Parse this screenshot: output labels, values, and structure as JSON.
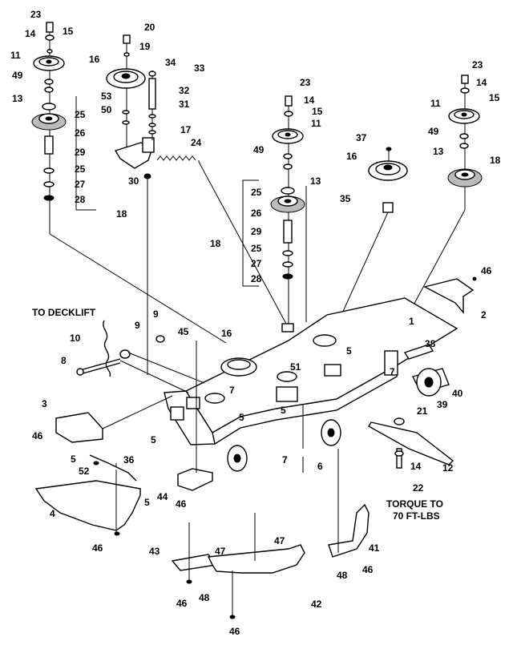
{
  "notes": {
    "to_decklift": "TO DECKLIFT",
    "torque_line1": "TORQUE TO",
    "torque_line2": "70 FT-LBS"
  },
  "callouts": [
    {
      "id": "c-23a",
      "label": "23"
    },
    {
      "id": "c-14a",
      "label": "14"
    },
    {
      "id": "c-15a",
      "label": "15"
    },
    {
      "id": "c-11a",
      "label": "11"
    },
    {
      "id": "c-49a",
      "label": "49"
    },
    {
      "id": "c-13a",
      "label": "13"
    },
    {
      "id": "c-25a",
      "label": "25"
    },
    {
      "id": "c-26a",
      "label": "26"
    },
    {
      "id": "c-29a",
      "label": "29"
    },
    {
      "id": "c-25b",
      "label": "25"
    },
    {
      "id": "c-27a",
      "label": "27"
    },
    {
      "id": "c-28a",
      "label": "28"
    },
    {
      "id": "c-18a",
      "label": "18"
    },
    {
      "id": "c-20",
      "label": "20"
    },
    {
      "id": "c-19",
      "label": "19"
    },
    {
      "id": "c-16a",
      "label": "16"
    },
    {
      "id": "c-34",
      "label": "34"
    },
    {
      "id": "c-33",
      "label": "33"
    },
    {
      "id": "c-32",
      "label": "32"
    },
    {
      "id": "c-53",
      "label": "53"
    },
    {
      "id": "c-31",
      "label": "31"
    },
    {
      "id": "c-50",
      "label": "50"
    },
    {
      "id": "c-17",
      "label": "17"
    },
    {
      "id": "c-24",
      "label": "24"
    },
    {
      "id": "c-30",
      "label": "30"
    },
    {
      "id": "c-23b",
      "label": "23"
    },
    {
      "id": "c-14b",
      "label": "14"
    },
    {
      "id": "c-15b",
      "label": "15"
    },
    {
      "id": "c-11b",
      "label": "11"
    },
    {
      "id": "c-49b",
      "label": "49"
    },
    {
      "id": "c-13b",
      "label": "13"
    },
    {
      "id": "c-25c",
      "label": "25"
    },
    {
      "id": "c-26b",
      "label": "26"
    },
    {
      "id": "c-18b",
      "label": "18"
    },
    {
      "id": "c-29b",
      "label": "29"
    },
    {
      "id": "c-25d",
      "label": "25"
    },
    {
      "id": "c-27b",
      "label": "27"
    },
    {
      "id": "c-28b",
      "label": "28"
    },
    {
      "id": "c-37",
      "label": "37"
    },
    {
      "id": "c-16b",
      "label": "16"
    },
    {
      "id": "c-35",
      "label": "35"
    },
    {
      "id": "c-23c",
      "label": "23"
    },
    {
      "id": "c-14c",
      "label": "14"
    },
    {
      "id": "c-11c",
      "label": "11"
    },
    {
      "id": "c-15c",
      "label": "15"
    },
    {
      "id": "c-49c",
      "label": "49"
    },
    {
      "id": "c-13c",
      "label": "13"
    },
    {
      "id": "c-18c",
      "label": "18"
    },
    {
      "id": "c-46a",
      "label": "46"
    },
    {
      "id": "c-2",
      "label": "2"
    },
    {
      "id": "c-9a",
      "label": "9"
    },
    {
      "id": "c-10",
      "label": "10"
    },
    {
      "id": "c-9b",
      "label": "9"
    },
    {
      "id": "c-8",
      "label": "8"
    },
    {
      "id": "c-45",
      "label": "45"
    },
    {
      "id": "c-16c",
      "label": "16"
    },
    {
      "id": "c-1",
      "label": "1"
    },
    {
      "id": "c-5a",
      "label": "5"
    },
    {
      "id": "c-51",
      "label": "51"
    },
    {
      "id": "c-38",
      "label": "38"
    },
    {
      "id": "c-7a",
      "label": "7"
    },
    {
      "id": "c-7b",
      "label": "7"
    },
    {
      "id": "c-40",
      "label": "40"
    },
    {
      "id": "c-39",
      "label": "39"
    },
    {
      "id": "c-3",
      "label": "3"
    },
    {
      "id": "c-46b",
      "label": "46"
    },
    {
      "id": "c-5b",
      "label": "5"
    },
    {
      "id": "c-5c",
      "label": "5"
    },
    {
      "id": "c-5d",
      "label": "5"
    },
    {
      "id": "c-21",
      "label": "21"
    },
    {
      "id": "c-5e",
      "label": "5"
    },
    {
      "id": "c-36",
      "label": "36"
    },
    {
      "id": "c-52",
      "label": "52"
    },
    {
      "id": "c-7c",
      "label": "7"
    },
    {
      "id": "c-6",
      "label": "6"
    },
    {
      "id": "c-12",
      "label": "12"
    },
    {
      "id": "c-14d",
      "label": "14"
    },
    {
      "id": "c-5f",
      "label": "5"
    },
    {
      "id": "c-44",
      "label": "44"
    },
    {
      "id": "c-46c",
      "label": "46"
    },
    {
      "id": "c-22",
      "label": "22"
    },
    {
      "id": "c-4",
      "label": "4"
    },
    {
      "id": "c-46d",
      "label": "46"
    },
    {
      "id": "c-43",
      "label": "43"
    },
    {
      "id": "c-47a",
      "label": "47"
    },
    {
      "id": "c-47b",
      "label": "47"
    },
    {
      "id": "c-41",
      "label": "41"
    },
    {
      "id": "c-48a",
      "label": "48"
    },
    {
      "id": "c-46e",
      "label": "46"
    },
    {
      "id": "c-48b",
      "label": "48"
    },
    {
      "id": "c-46f",
      "label": "46"
    },
    {
      "id": "c-42",
      "label": "42"
    },
    {
      "id": "c-46g",
      "label": "46"
    }
  ]
}
